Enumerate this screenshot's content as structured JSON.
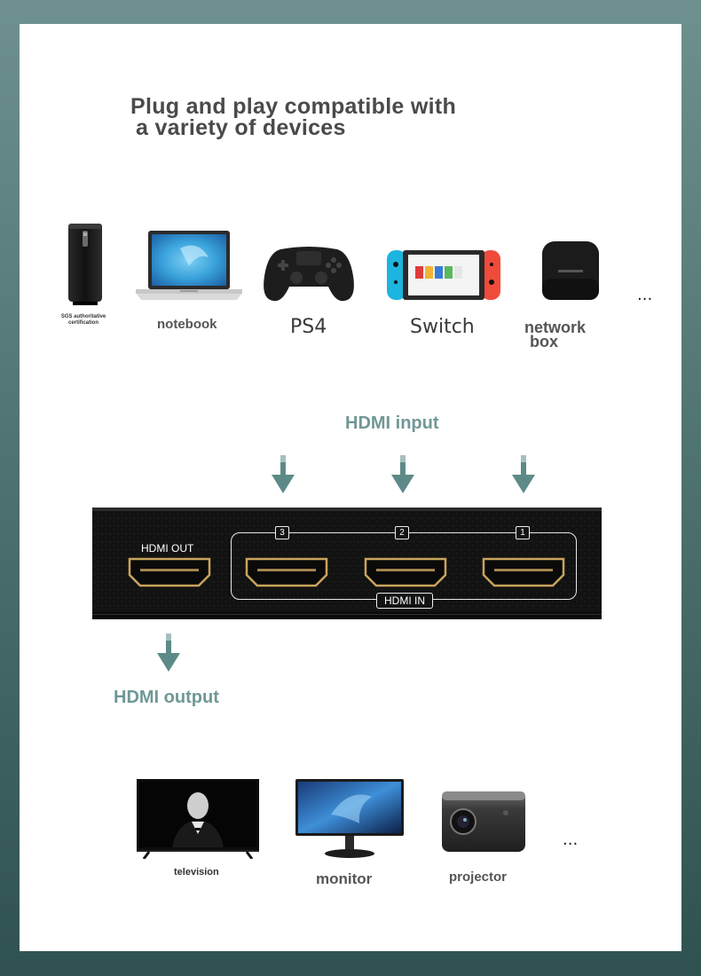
{
  "heading": {
    "line1": "Plug and play compatible with",
    "line2": "a variety of devices"
  },
  "input_devices": [
    {
      "label": "SGS  authoritative certification",
      "icon": "mini-pc-icon"
    },
    {
      "label": "notebook",
      "icon": "laptop-icon"
    },
    {
      "label": "PS4",
      "icon": "gamepad-icon"
    },
    {
      "label": "Switch",
      "icon": "nintendo-switch-icon"
    },
    {
      "label_line1": "network",
      "label_line2": "box",
      "icon": "network-box-icon"
    }
  ],
  "more_inputs": "...",
  "hdmi_input_label": "HDMI input",
  "switch_device": {
    "out_label": "HDMI OUT",
    "in_label": "HDMI IN",
    "port_numbers": [
      "3",
      "2",
      "1"
    ]
  },
  "hdmi_output_label": "HDMI output",
  "output_devices": [
    {
      "label": "television",
      "icon": "tv-icon"
    },
    {
      "label": "monitor",
      "icon": "monitor-icon"
    },
    {
      "label": "projector",
      "icon": "projector-icon"
    }
  ],
  "more_outputs": "...",
  "colors": {
    "accent_teal": "#6f9896",
    "arrow_teal": "#5d8a88",
    "port_gold": "#c9a45c",
    "heading_gray": "#4a4a4a"
  }
}
